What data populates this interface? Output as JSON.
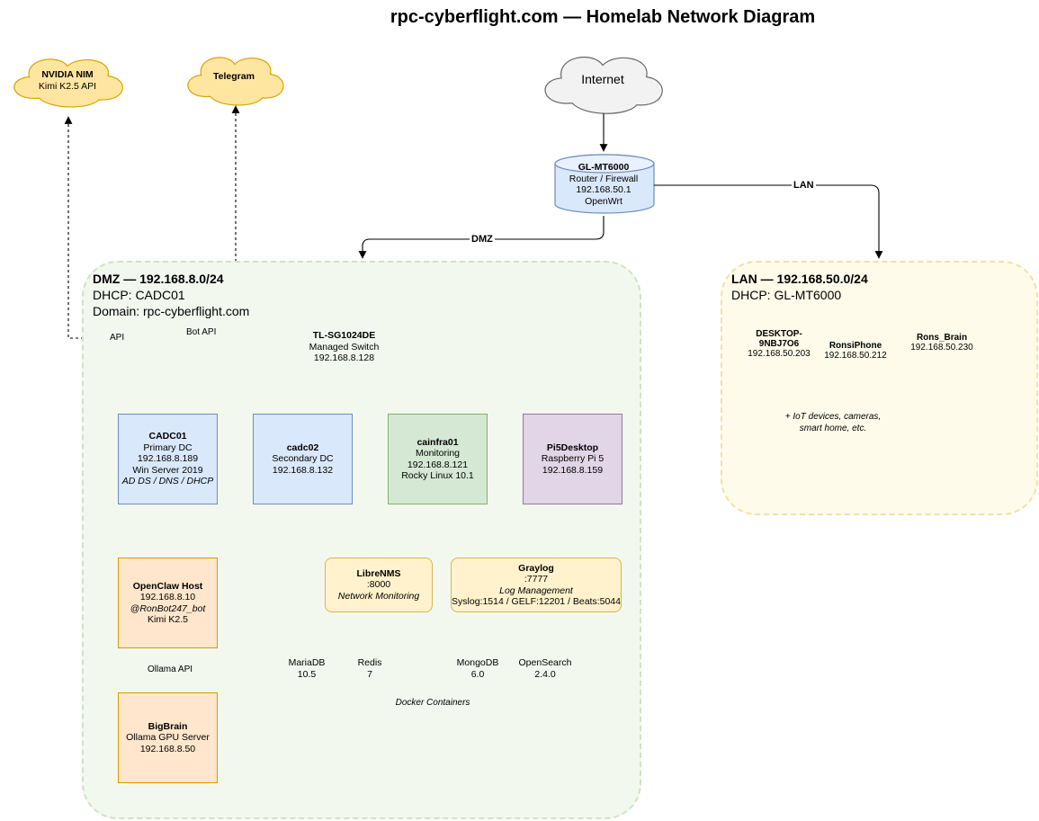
{
  "title": "rpc-cyberflight.com — Homelab Network Diagram",
  "clouds": {
    "nim": {
      "name": "NVIDIA NIM",
      "sub": "Kimi K2.5 API"
    },
    "telegram": {
      "name": "Telegram"
    },
    "internet": {
      "name": "Internet"
    }
  },
  "router": {
    "name": "GL-MT6000",
    "role": "Router / Firewall",
    "ip": "192.168.50.1",
    "os": "OpenWrt"
  },
  "edges": {
    "lan": "LAN",
    "dmz": "DMZ",
    "api": "API",
    "bot_api": "Bot API",
    "ollama_api": "Ollama API"
  },
  "dmz": {
    "title": "DMZ — 192.168.8.0/24",
    "dhcp": "DHCP: CADC01",
    "domain": "Domain: rpc-cyberflight.com"
  },
  "lan": {
    "title": "LAN — 192.168.50.0/24",
    "dhcp": "DHCP: GL-MT6000",
    "iot_line1": "+ IoT devices, cameras,",
    "iot_line2": "smart home, etc."
  },
  "switch": {
    "name": "TL-SG1024DE",
    "role": "Managed Switch",
    "ip": "192.168.8.128"
  },
  "cadc01": {
    "name": "CADC01",
    "role": "Primary DC",
    "ip": "192.168.8.189",
    "os": "Win Server 2019",
    "services": "AD DS / DNS / DHCP"
  },
  "cadc02": {
    "name": "cadc02",
    "role": "Secondary DC",
    "ip": "192.168.8.132"
  },
  "cainfra01": {
    "name": "cainfra01",
    "role": "Monitoring",
    "ip": "192.168.8.121",
    "os": "Rocky Linux 10.1"
  },
  "pi5": {
    "name": "Pi5Desktop",
    "role": "Raspberry Pi 5",
    "ip": "192.168.8.159"
  },
  "openclaw": {
    "name": "OpenClaw Host",
    "ip": "192.168.8.10",
    "bot": "@RonBot247_bot",
    "model": "Kimi K2.5"
  },
  "bigbrain": {
    "name": "BigBrain",
    "role": "Ollama GPU Server",
    "ip": "192.168.8.50"
  },
  "librenms": {
    "name": "LibreNMS",
    "port": ":8000",
    "role": "Network Monitoring"
  },
  "graylog": {
    "name": "Graylog",
    "port": ":7777",
    "role": "Log Management",
    "ports": "Syslog:1514 / GELF:12201 / Beats:5044"
  },
  "dbs": {
    "mariadb": {
      "name": "MariaDB",
      "ver": "10.5"
    },
    "redis": {
      "name": "Redis",
      "ver": "7"
    },
    "mongodb": {
      "name": "MongoDB",
      "ver": "6.0"
    },
    "opensearch": {
      "name": "OpenSearch",
      "ver": "2.4.0"
    }
  },
  "docker_label": "Docker Containers",
  "lan_devices": {
    "desktop": {
      "name_line1": "DESKTOP-",
      "name_line2": "9NBJ7O6",
      "ip": "192.168.50.203"
    },
    "iphone": {
      "name": "RonsiPhone",
      "ip": "192.168.50.212"
    },
    "laptop": {
      "name": "Rons_Brain",
      "ip": "192.168.50.230"
    }
  },
  "colors": {
    "blue_fill": "#dae8fc",
    "green_fill": "#d5e8d4",
    "purple_fill": "#e1d5e7",
    "orange_fill": "#ffe6cc",
    "yellow_fill": "#fff2cc",
    "db_fill": "#f8cecc",
    "cloud_fill": "#ffe6a0"
  }
}
